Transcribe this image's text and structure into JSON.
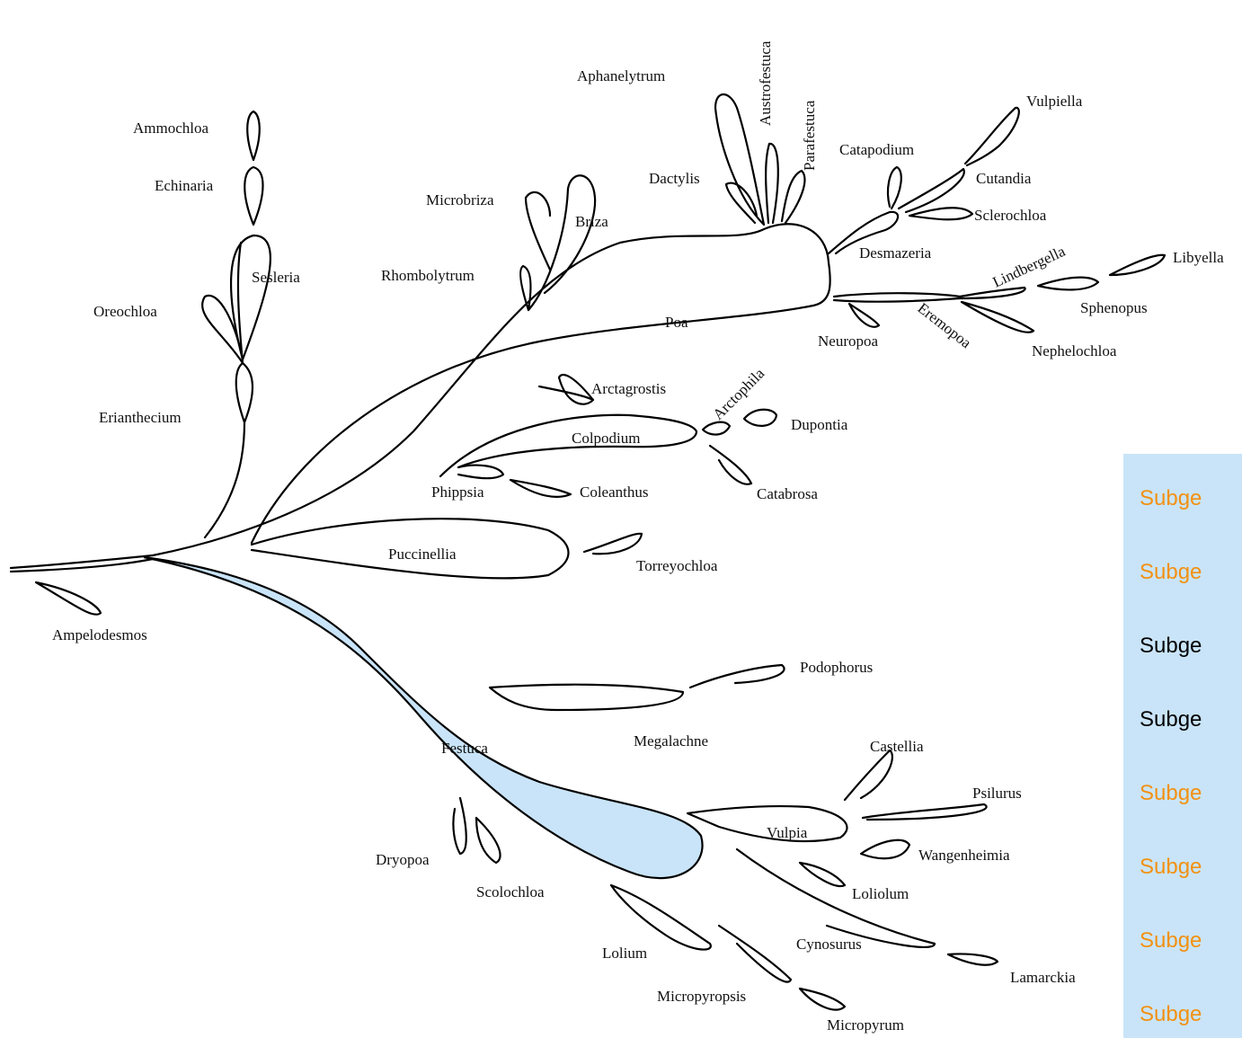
{
  "genera": {
    "ammochloa": "Ammochloa",
    "echinaria": "Echinaria",
    "sesleria": "Sesleria",
    "oreochloa": "Oreochloa",
    "erianthecium": "Erianthecium",
    "ampelodesmos": "Ampelodesmos",
    "microbriza": "Microbriza",
    "briza": "Briza",
    "rhombolytrum": "Rhombolytrum",
    "aphanelytrum": "Aphanelytrum",
    "austrofestuca": "Austrofestuca",
    "parafestuca": "Parafestuca",
    "dactylis": "Dactylis",
    "poa": "Poa",
    "catapodium": "Catapodium",
    "vulpiella": "Vulpiella",
    "cutandia": "Cutandia",
    "sclerochloa": "Sclerochloa",
    "desmazeria": "Desmazeria",
    "lindbergella": "Lindbergella",
    "libyella": "Libyella",
    "sphenopus": "Sphenopus",
    "neuropoa": "Neuropoa",
    "eremopoa": "Eremopoa",
    "nephelochloa": "Nephelochloa",
    "arctagrostis": "Arctagrostis",
    "arctophila": "Arctophila",
    "dupontia": "Dupontia",
    "colpodium": "Colpodium",
    "phippsia": "Phippsia",
    "coleanthus": "Coleanthus",
    "catabrosa": "Catabrosa",
    "puccinellia": "Puccinellia",
    "torreyochloa": "Torreyochloa",
    "podophorus": "Podophorus",
    "megalachne": "Megalachne",
    "festuca": "Festuca",
    "castellia": "Castellia",
    "psilurus": "Psilurus",
    "vulpia": "Vulpia",
    "wangenheimia": "Wangenheimia",
    "dryopoa": "Dryopoa",
    "scolochloa": "Scolochloa",
    "loliolum": "Loliolum",
    "cynosurus": "Cynosurus",
    "lamarckia": "Lamarckia",
    "lolium": "Lolium",
    "micropyropsis": "Micropyropsis",
    "micropyrum": "Micropyrum"
  },
  "side_panel": {
    "items": [
      {
        "text": "Subge",
        "color": "#f29111"
      },
      {
        "text": "Subge",
        "color": "#f29111"
      },
      {
        "text": "Subge",
        "color": "#000000"
      },
      {
        "text": "Subge",
        "color": "#000000"
      },
      {
        "text": "Subge",
        "color": "#f29111"
      },
      {
        "text": "Subge",
        "color": "#f29111"
      },
      {
        "text": "Subge",
        "color": "#f29111"
      },
      {
        "text": "Subge",
        "color": "#f29111"
      }
    ]
  },
  "colors": {
    "festuca_fill": "#c9e4f8",
    "panel_background": "#c9e4f8",
    "accent_orange": "#f29111"
  }
}
